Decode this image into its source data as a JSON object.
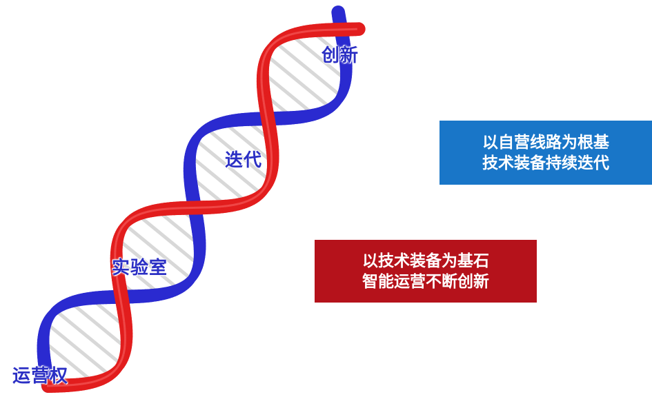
{
  "helix": {
    "labels": [
      "创新",
      "迭代",
      "实验室",
      "运营权"
    ],
    "strand_colors": {
      "red": "#e21d1d",
      "blue": "#2a2ad0",
      "rung": "#d8d8d8"
    }
  },
  "boxes": {
    "blue": {
      "line1": "以自营线路为根基",
      "line2": "技术装备持续迭代",
      "color": "#1976c8"
    },
    "red": {
      "line1": "以技术装备为基石",
      "line2": "智能运营不断创新",
      "color": "#b5121b"
    }
  }
}
